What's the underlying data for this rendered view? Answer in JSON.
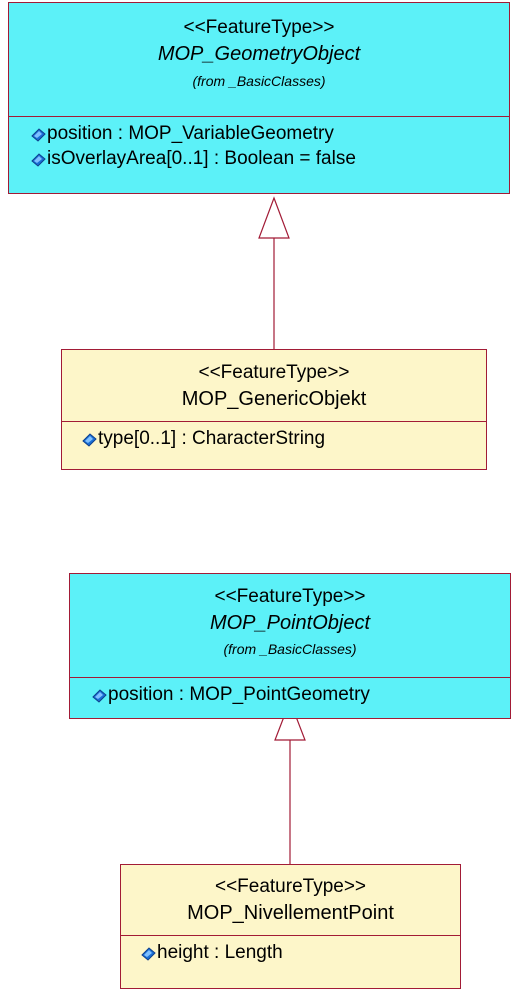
{
  "classes": [
    {
      "stereotype": "<<FeatureType>>",
      "name": "MOP_GeometryObject",
      "from": "(from _BasicClasses)",
      "attributes": [
        "position : MOP_VariableGeometry",
        "isOverlayArea[0..1] : Boolean = false"
      ]
    },
    {
      "stereotype": "<<FeatureType>>",
      "name": "MOP_GenericObjekt",
      "attributes": [
        "type[0..1] : CharacterString"
      ]
    },
    {
      "stereotype": "<<FeatureType>>",
      "name": "MOP_PointObject",
      "from": "(from _BasicClasses)",
      "attributes": [
        "position : MOP_PointGeometry"
      ]
    },
    {
      "stereotype": "<<FeatureType>>",
      "name": "MOP_NivellementPoint",
      "attributes": [
        "height : Length"
      ]
    }
  ],
  "colors": {
    "abstract_fill": "#5cf1f8",
    "concrete_fill": "#fdf6c9",
    "border": "#a21b36",
    "attribute_icon": "#1a6fd6"
  },
  "icons": {
    "attribute": "attribute-diamond-icon"
  }
}
